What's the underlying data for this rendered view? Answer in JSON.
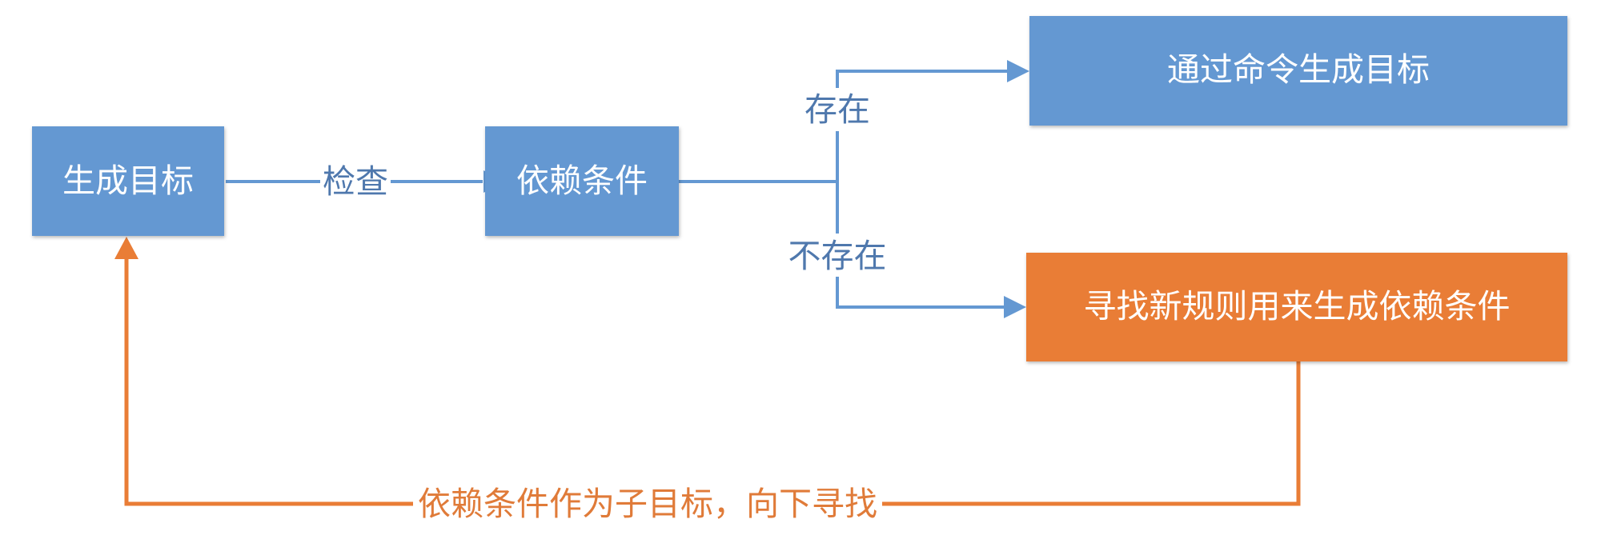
{
  "colors": {
    "node_blue": "#6498d2",
    "node_orange": "#e97d36",
    "edge_blue": "#6498d2",
    "edge_orange": "#e97d36",
    "label_blue": "#4f78ad",
    "label_orange": "#e07b39"
  },
  "nodes": {
    "generate_target": "生成目标",
    "dependency": "依赖条件",
    "generate_by_command": "通过命令生成目标",
    "find_new_rule": "寻找新规则用来生成依赖条件"
  },
  "edges": {
    "check": "检查",
    "exists": "存在",
    "not_exists": "不存在",
    "as_subgoal": "依赖条件作为子目标，向下寻找"
  }
}
